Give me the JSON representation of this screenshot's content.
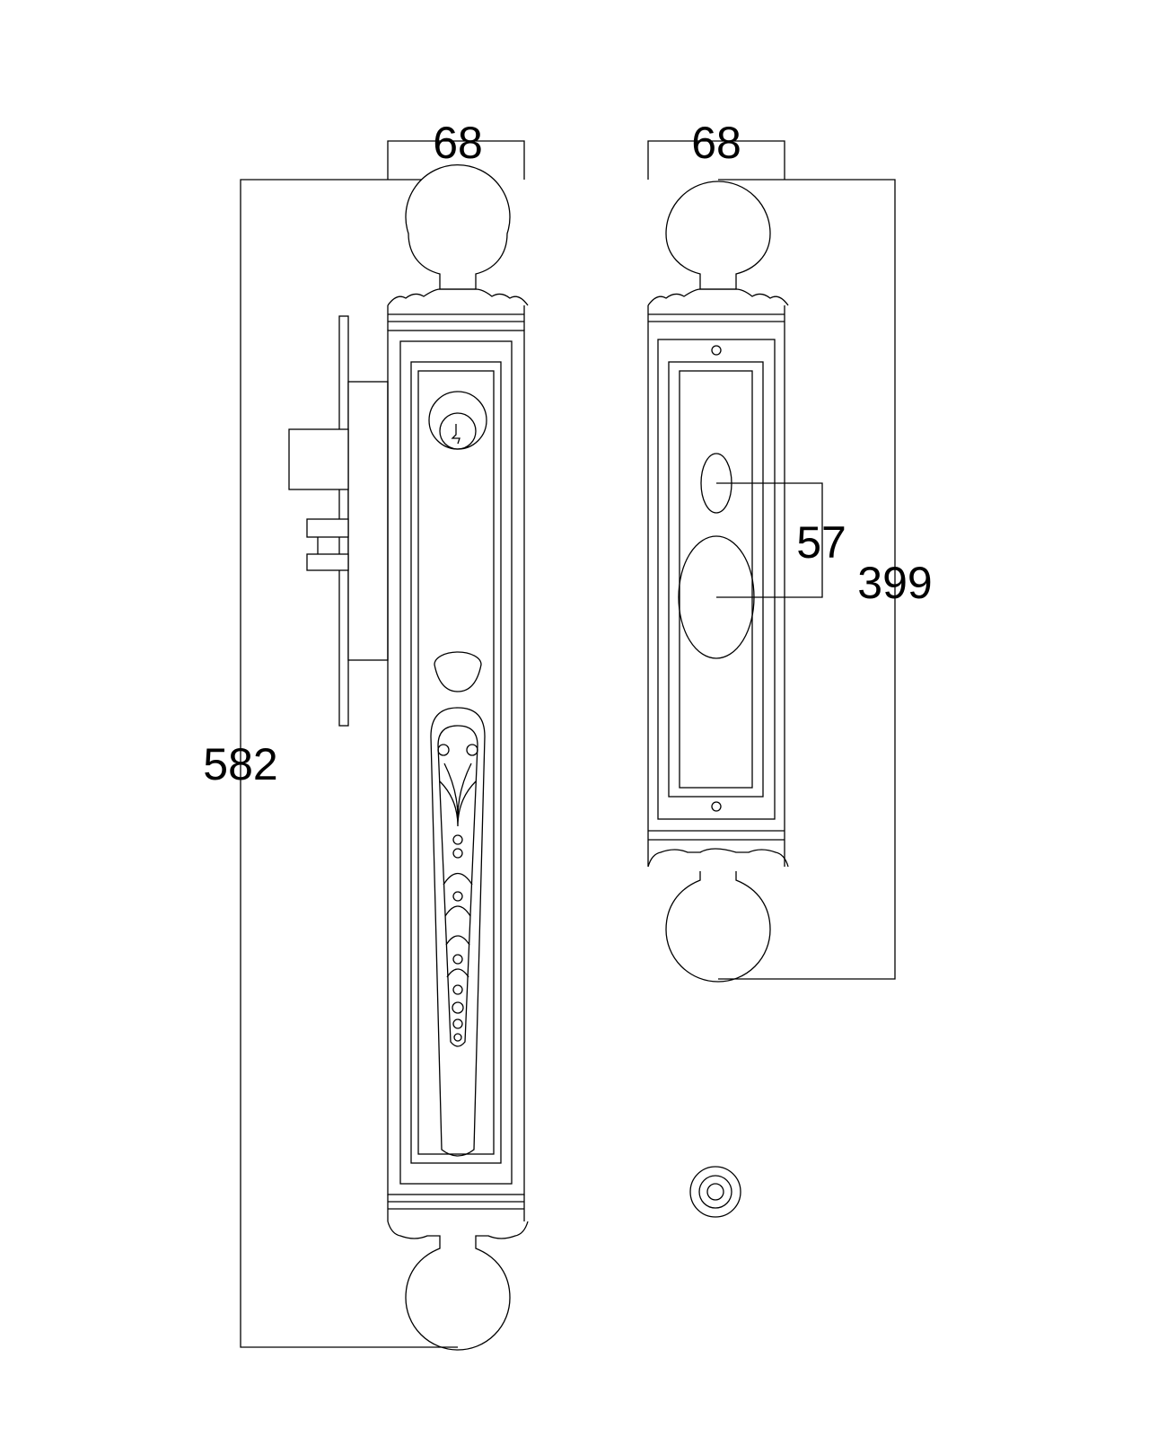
{
  "dimensions": {
    "left_width": "68",
    "right_width": "68",
    "left_height": "582",
    "right_height": "399",
    "handle_spacing": "57"
  },
  "colors": {
    "line": "#000000",
    "background": "#ffffff"
  }
}
